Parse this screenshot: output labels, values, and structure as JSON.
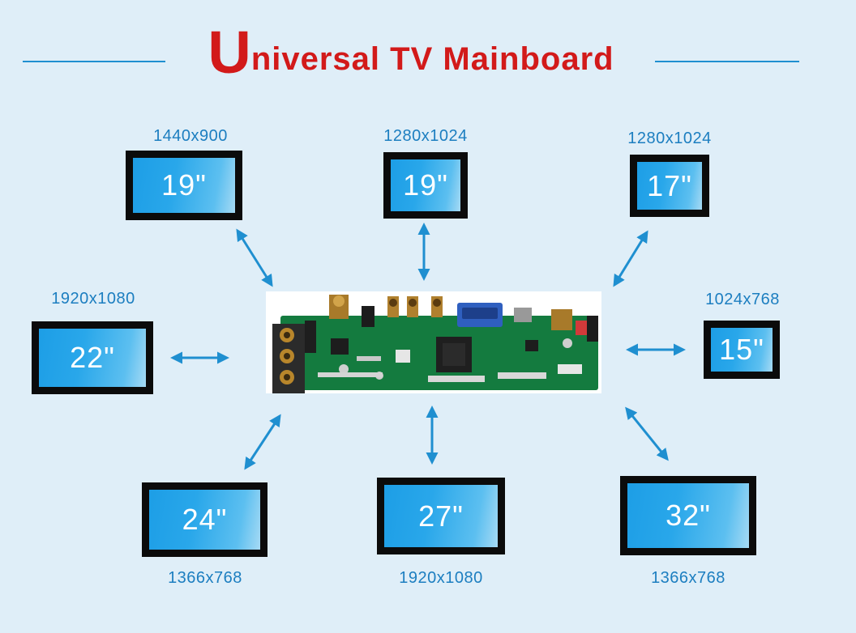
{
  "title": {
    "first_letter": "U",
    "rest": "niversal TV Mainboard"
  },
  "colors": {
    "background": "#dfeef8",
    "title": "#d21a1a",
    "accent": "#1f8fd0",
    "bezel": "#0b0b0b",
    "screen": "#29a7ea",
    "board": "#137a3e"
  },
  "monitors": [
    {
      "size": "19\"",
      "resolution": "1440x900"
    },
    {
      "size": "19\"",
      "resolution": "1280x1024"
    },
    {
      "size": "17\"",
      "resolution": "1280x1024"
    },
    {
      "size": "22\"",
      "resolution": "1920x1080"
    },
    {
      "size": "15\"",
      "resolution": "1024x768"
    },
    {
      "size": "24\"",
      "resolution": "1366x768"
    },
    {
      "size": "27\"",
      "resolution": "1920x1080"
    },
    {
      "size": "32\"",
      "resolution": "1366x768"
    }
  ],
  "mainboard": {
    "image": "tv-mainboard-pcb"
  },
  "connector_icon": "double-arrow-icon"
}
